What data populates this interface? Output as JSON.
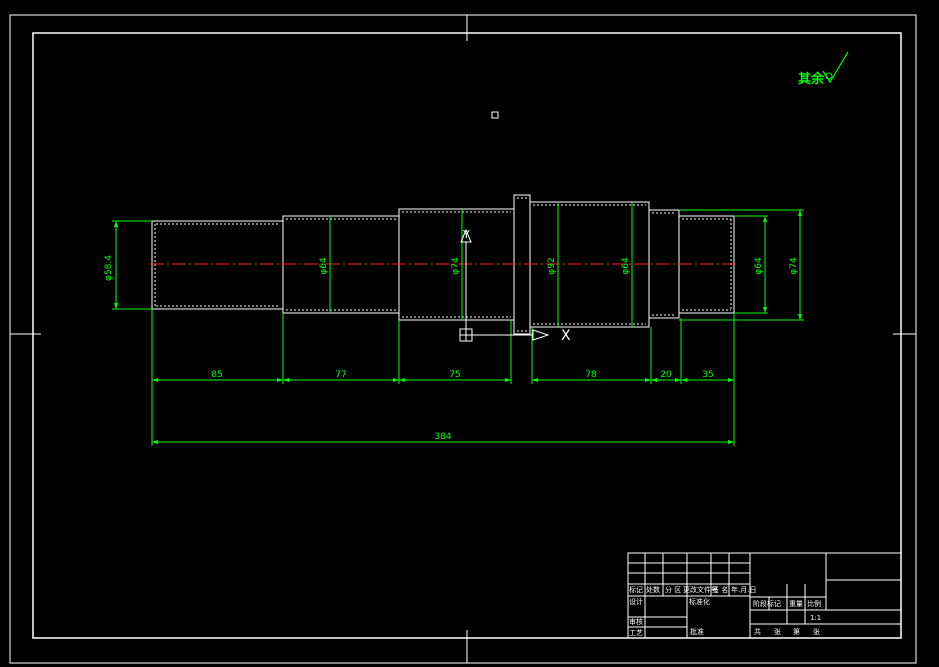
{
  "drawing": {
    "roughness_note": "其余",
    "diameters": {
      "d1": "φ58.4",
      "d2": "φ64",
      "d3": "φ74",
      "d4": "φ92",
      "d5": "φ64",
      "d6": "φ64",
      "d7": "φ74"
    },
    "lengths": {
      "l1": "85",
      "l2": "77",
      "l3": "75",
      "l4": "78",
      "l5": "20",
      "l6": "35",
      "total": "384"
    },
    "ucs": {
      "y_label": "Y",
      "x_label": "X"
    }
  },
  "title_block": {
    "row_labels": {
      "marks": "标记",
      "count": "处数",
      "zone": "分 区",
      "change_doc": "更改文件号",
      "signature": "签 名",
      "date": "年.月.日"
    },
    "design": "设计",
    "standardize": "标准化",
    "review": "审核",
    "process": "工艺",
    "approve": "批准",
    "stage_mark": "阶段标记",
    "weight": "重量",
    "scale_label": "比例",
    "scale_value": "1:1",
    "sheets_total": "共",
    "sheets_word": "张",
    "sheet_no": "第",
    "sheet_word": "张"
  }
}
